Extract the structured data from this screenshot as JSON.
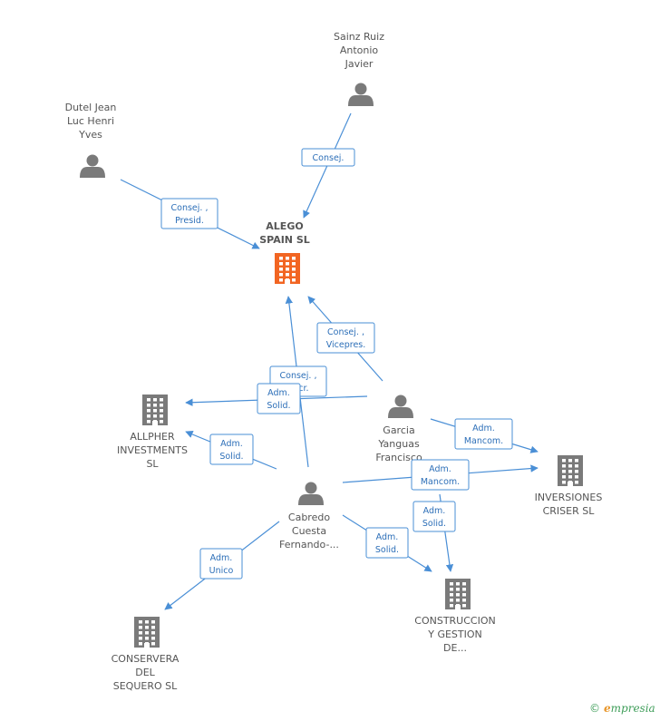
{
  "colors": {
    "center": "#f26522",
    "company": "#7a7a7a",
    "person": "#7a7a7a",
    "edge": "#4a8fd6"
  },
  "nodes": [
    {
      "id": "alego",
      "type": "center",
      "label": [
        "ALEGO",
        "SPAIN SL"
      ]
    },
    {
      "id": "sainz",
      "type": "person",
      "label": [
        "Sainz Ruiz",
        "Antonio",
        "Javier"
      ]
    },
    {
      "id": "dutel",
      "type": "person",
      "label": [
        "Dutel Jean",
        "Luc Henri",
        "Yves"
      ]
    },
    {
      "id": "garcia",
      "type": "person",
      "label": [
        "Garcia",
        "Yanguas",
        "Francisco"
      ]
    },
    {
      "id": "cabredo",
      "type": "person",
      "label": [
        "Cabredo",
        "Cuesta",
        "Fernando-..."
      ]
    },
    {
      "id": "allpher",
      "type": "company",
      "label": [
        "ALLPHER",
        "INVESTMENTS",
        "SL"
      ]
    },
    {
      "id": "inversiones",
      "type": "company",
      "label": [
        "INVERSIONES",
        "CRISER SL"
      ]
    },
    {
      "id": "construccion",
      "type": "company",
      "label": [
        "CONSTRUCCION",
        "Y GESTION",
        "DE..."
      ]
    },
    {
      "id": "conservera",
      "type": "company",
      "label": [
        "CONSERVERA",
        "DEL",
        "SEQUERO SL"
      ]
    }
  ],
  "edges": [
    {
      "from": "sainz",
      "to": "alego",
      "label": [
        "Consej."
      ]
    },
    {
      "from": "dutel",
      "to": "alego",
      "label": [
        "Consej. ,",
        "Presid."
      ]
    },
    {
      "from": "garcia",
      "to": "alego",
      "label": [
        "Consej. ,",
        "Vicepres."
      ]
    },
    {
      "from": "cabredo",
      "to": "alego",
      "label": [
        "Consej. ,",
        "Secr."
      ]
    },
    {
      "from": "garcia",
      "to": "allpher",
      "label": [
        "Adm.",
        "Solid."
      ]
    },
    {
      "from": "cabredo",
      "to": "allpher",
      "label": [
        "Adm.",
        "Solid."
      ]
    },
    {
      "from": "garcia",
      "to": "inversiones",
      "label": [
        "Adm.",
        "Mancom."
      ]
    },
    {
      "from": "cabredo",
      "to": "inversiones",
      "label": [
        "Adm.",
        "Mancom."
      ]
    },
    {
      "from": "garcia",
      "to": "construccion",
      "label": [
        "Adm.",
        "Solid."
      ]
    },
    {
      "from": "cabredo",
      "to": "construccion",
      "label": [
        "Adm.",
        "Solid."
      ]
    },
    {
      "from": "cabredo",
      "to": "conservera",
      "label": [
        "Adm.",
        "Unico"
      ]
    }
  ],
  "watermark": {
    "copyright": "©",
    "brand_initial": "e",
    "brand_rest": "mpresia"
  }
}
